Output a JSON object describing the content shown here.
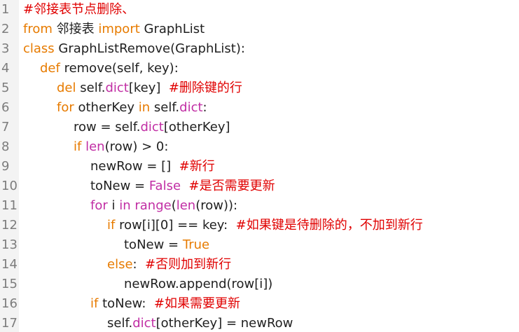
{
  "editor": {
    "lines": [
      {
        "n": "1",
        "tokens": [
          {
            "t": "#邻接表节点删除、",
            "c": "cm"
          }
        ]
      },
      {
        "n": "2",
        "tokens": [
          {
            "t": "from",
            "c": "kw"
          },
          {
            "t": " 邻接表 ",
            "c": ""
          },
          {
            "t": "import",
            "c": "kw"
          },
          {
            "t": " GraphList",
            "c": ""
          }
        ]
      },
      {
        "n": "3",
        "tokens": [
          {
            "t": "class",
            "c": "kw"
          },
          {
            "t": " GraphListRemove(GraphList):",
            "c": ""
          }
        ]
      },
      {
        "n": "4",
        "indent": 1,
        "tokens": [
          {
            "t": "def",
            "c": "kw"
          },
          {
            "t": " remove(self, key):",
            "c": ""
          }
        ]
      },
      {
        "n": "5",
        "indent": 2,
        "tokens": [
          {
            "t": "del",
            "c": "kw"
          },
          {
            "t": " self.",
            "c": ""
          },
          {
            "t": "dict",
            "c": "bi"
          },
          {
            "t": "[key]  ",
            "c": ""
          },
          {
            "t": "#删除键的行",
            "c": "cm"
          }
        ]
      },
      {
        "n": "6",
        "indent": 2,
        "tokens": [
          {
            "t": "for",
            "c": "kw"
          },
          {
            "t": " otherKey ",
            "c": ""
          },
          {
            "t": "in",
            "c": "kw"
          },
          {
            "t": " self.",
            "c": ""
          },
          {
            "t": "dict",
            "c": "bi"
          },
          {
            "t": ":",
            "c": ""
          }
        ]
      },
      {
        "n": "7",
        "indent": 3,
        "tokens": [
          {
            "t": "row = self.",
            "c": ""
          },
          {
            "t": "dict",
            "c": "bi"
          },
          {
            "t": "[otherKey]",
            "c": ""
          }
        ]
      },
      {
        "n": "8",
        "indent": 3,
        "tokens": [
          {
            "t": "if",
            "c": "kw"
          },
          {
            "t": " ",
            "c": ""
          },
          {
            "t": "len",
            "c": "bi"
          },
          {
            "t": "(row) > 0:",
            "c": ""
          }
        ]
      },
      {
        "n": "9",
        "indent": 4,
        "tokens": [
          {
            "t": "newRow = []  ",
            "c": ""
          },
          {
            "t": "#新行",
            "c": "cm"
          }
        ]
      },
      {
        "n": "10",
        "indent": 4,
        "tokens": [
          {
            "t": "toNew = ",
            "c": ""
          },
          {
            "t": "False",
            "c": "bi"
          },
          {
            "t": "  ",
            "c": ""
          },
          {
            "t": "#是否需要更新",
            "c": "cm"
          }
        ]
      },
      {
        "n": "11",
        "indent": 4,
        "tokens": [
          {
            "t": "for",
            "c": "bi"
          },
          {
            "t": " i ",
            "c": ""
          },
          {
            "t": "in",
            "c": "bi"
          },
          {
            "t": " ",
            "c": ""
          },
          {
            "t": "range",
            "c": "bi"
          },
          {
            "t": "(",
            "c": ""
          },
          {
            "t": "len",
            "c": "bi"
          },
          {
            "t": "(row)):",
            "c": ""
          }
        ]
      },
      {
        "n": "12",
        "indent": 5,
        "tokens": [
          {
            "t": "if",
            "c": "kw"
          },
          {
            "t": " row[i][0] == key:  ",
            "c": ""
          },
          {
            "t": "#如果键是待删除的，不加到新行",
            "c": "cm"
          }
        ]
      },
      {
        "n": "13",
        "indent": 6,
        "tokens": [
          {
            "t": "toNew = ",
            "c": ""
          },
          {
            "t": "True",
            "c": "kw"
          }
        ]
      },
      {
        "n": "14",
        "indent": 5,
        "tokens": [
          {
            "t": "else",
            "c": "kw"
          },
          {
            "t": ":  ",
            "c": ""
          },
          {
            "t": "#否则加到新行",
            "c": "cm"
          }
        ]
      },
      {
        "n": "15",
        "indent": 6,
        "tokens": [
          {
            "t": "newRow.append(row[i])",
            "c": ""
          }
        ]
      },
      {
        "n": "16",
        "indent": 4,
        "tokens": [
          {
            "t": "if",
            "c": "kw"
          },
          {
            "t": " toNew:  ",
            "c": ""
          },
          {
            "t": "#如果需要更新",
            "c": "cm"
          }
        ]
      },
      {
        "n": "17",
        "indent": 5,
        "tokens": [
          {
            "t": "self.",
            "c": ""
          },
          {
            "t": "dict",
            "c": "bi"
          },
          {
            "t": "[otherKey] = newRow",
            "c": ""
          }
        ]
      }
    ]
  }
}
